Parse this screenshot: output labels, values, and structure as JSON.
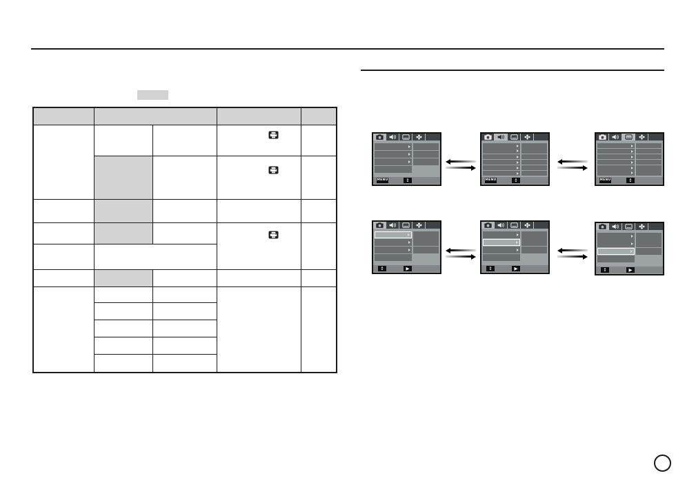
{
  "page": {
    "kind": "camera-manual-scanned-page",
    "menu_label": "MENU",
    "updown_glyph": "↕",
    "right_glyph": "▶"
  },
  "colors": {
    "rule": "#1a1a1a",
    "table_border": "#1b1b1b",
    "table_shaded_cell": "#d3d3d3",
    "screen_body": "#9da2a4",
    "screen_tabbar": "#3f4346",
    "screen_active_tab": "#b6babc",
    "screen_menu_bar": "#6a6e71",
    "screen_selected_row": "#a6abad",
    "screen_footer": "#83878a",
    "badge_bg": "#101010",
    "icon_dark": "#1f1f1f"
  },
  "table": {
    "header_cells": 4,
    "body_text_visible": false,
    "printer_icons_in_column3_rows": [
      1,
      2,
      4
    ],
    "shaded_subcells_column2_rows": [
      2,
      3,
      4,
      6
    ]
  },
  "screens": [
    {
      "name": "lcd-screen-record-tab",
      "tabs": [
        "camera",
        "speaker",
        "display",
        "settings"
      ],
      "active_tab": 0,
      "row_unit": 10,
      "left_rows": [
        {
          "row": 0,
          "span": 1,
          "arrows": 1,
          "selected": false
        },
        {
          "row": 1,
          "span": 1,
          "arrows": 1,
          "selected": false
        },
        {
          "row": 2,
          "span": 1,
          "arrows": 1,
          "selected": false
        },
        {
          "row": 3,
          "span": 1,
          "arrows": 0,
          "selected": false
        }
      ],
      "right_bars": [
        {
          "row": 0,
          "span": 1
        },
        {
          "row": 1,
          "span": 1
        },
        {
          "row": 2,
          "span": 1
        }
      ],
      "footer": [
        {
          "kind": "label",
          "text": "MENU"
        },
        {
          "kind": "glyph",
          "text": "↕",
          "icon": "updown-arrow-icon"
        }
      ]
    },
    {
      "name": "lcd-screen-sound-tab",
      "tabs": [
        "camera",
        "speaker",
        "display",
        "settings"
      ],
      "active_tab": 1,
      "row_unit": 7,
      "left_rows": [
        {
          "row": 0,
          "span": 2,
          "arrows": 2,
          "selected": false
        },
        {
          "row": 2,
          "span": 1,
          "arrows": 1,
          "selected": false
        },
        {
          "row": 3,
          "span": 1,
          "arrows": 1,
          "selected": false
        },
        {
          "row": 4,
          "span": 1,
          "arrows": 1,
          "selected": false
        },
        {
          "row": 5,
          "span": 1,
          "arrows": 1,
          "selected": false
        }
      ],
      "right_bars": [
        {
          "row": 0,
          "span": 2
        },
        {
          "row": 2,
          "span": 1
        },
        {
          "row": 3,
          "span": 1
        },
        {
          "row": 4,
          "span": 1
        },
        {
          "row": 5,
          "span": 1
        }
      ],
      "footer": [
        {
          "kind": "label",
          "text": "MENU"
        },
        {
          "kind": "glyph",
          "text": "↕",
          "icon": "updown-arrow-icon"
        }
      ]
    },
    {
      "name": "lcd-screen-display-tab",
      "tabs": [
        "camera",
        "speaker",
        "display",
        "settings"
      ],
      "active_tab": 2,
      "row_unit": 7,
      "left_rows": [
        {
          "row": 0,
          "span": 1,
          "arrows": 1,
          "selected": false
        },
        {
          "row": 1,
          "span": 1,
          "arrows": 1,
          "selected": false
        },
        {
          "row": 2,
          "span": 1,
          "arrows": 1,
          "selected": false
        },
        {
          "row": 3,
          "span": 1,
          "arrows": 1,
          "selected": false
        },
        {
          "row": 4,
          "span": 2,
          "arrows": 2,
          "selected": false
        }
      ],
      "right_bars": [
        {
          "row": 0,
          "span": 1
        },
        {
          "row": 1,
          "span": 1
        },
        {
          "row": 2,
          "span": 1
        },
        {
          "row": 3,
          "span": 1
        },
        {
          "row": 4,
          "span": 2
        }
      ],
      "footer": [
        {
          "kind": "label",
          "text": "MENU"
        },
        {
          "kind": "glyph",
          "text": "↕",
          "icon": "updown-arrow-icon"
        }
      ]
    },
    {
      "name": "lcd-screen-menu-row1-selected",
      "tabs": [
        "camera",
        "speaker",
        "display",
        "settings"
      ],
      "active_tab": 0,
      "row_unit": 10,
      "left_rows": [
        {
          "row": 0,
          "span": 1,
          "arrows": 1,
          "selected": true
        },
        {
          "row": 1,
          "span": 1,
          "arrows": 1,
          "selected": false
        },
        {
          "row": 2,
          "span": 1,
          "arrows": 1,
          "selected": false
        },
        {
          "row": 3,
          "span": 1,
          "arrows": 0,
          "selected": false
        }
      ],
      "right_bars": [
        {
          "row": 0,
          "span": 2
        },
        {
          "row": 2,
          "span": 1
        }
      ],
      "footer": [
        {
          "kind": "glyph",
          "text": "↕",
          "icon": "updown-arrow-icon"
        },
        {
          "kind": "glyph",
          "text": "▶",
          "icon": "right-arrow-icon"
        }
      ]
    },
    {
      "name": "lcd-screen-menu-row2-selected",
      "tabs": [
        "camera",
        "speaker",
        "display",
        "settings"
      ],
      "active_tab": 0,
      "row_unit": 10,
      "left_rows": [
        {
          "row": 0,
          "span": 1,
          "arrows": 1,
          "selected": false
        },
        {
          "row": 1,
          "span": 1,
          "arrows": 1,
          "selected": true
        },
        {
          "row": 2,
          "span": 1,
          "arrows": 1,
          "selected": false
        },
        {
          "row": 3,
          "span": 1,
          "arrows": 0,
          "selected": false
        }
      ],
      "right_bars": [
        {
          "row": 0,
          "span": 2
        },
        {
          "row": 2,
          "span": 1
        }
      ],
      "footer": [
        {
          "kind": "glyph",
          "text": "↕",
          "icon": "updown-arrow-icon"
        },
        {
          "kind": "glyph",
          "text": "▶",
          "icon": "right-arrow-icon"
        }
      ]
    },
    {
      "name": "lcd-screen-menu-row3-selected",
      "tabs": [
        "camera",
        "speaker",
        "display",
        "settings"
      ],
      "active_tab": 0,
      "row_unit": 10,
      "left_rows": [
        {
          "row": 0,
          "span": 2,
          "arrows": 2,
          "selected": false
        },
        {
          "row": 2,
          "span": 1,
          "arrows": 1,
          "selected": true
        },
        {
          "row": 3,
          "span": 1,
          "arrows": 0,
          "selected": false
        }
      ],
      "right_bars": [
        {
          "row": 0,
          "span": 2
        },
        {
          "row": 2,
          "span": 1
        }
      ],
      "footer": [
        {
          "kind": "glyph",
          "text": "↕",
          "icon": "updown-arrow-icon"
        },
        {
          "kind": "glyph",
          "text": "▶",
          "icon": "right-arrow-icon"
        }
      ]
    }
  ]
}
